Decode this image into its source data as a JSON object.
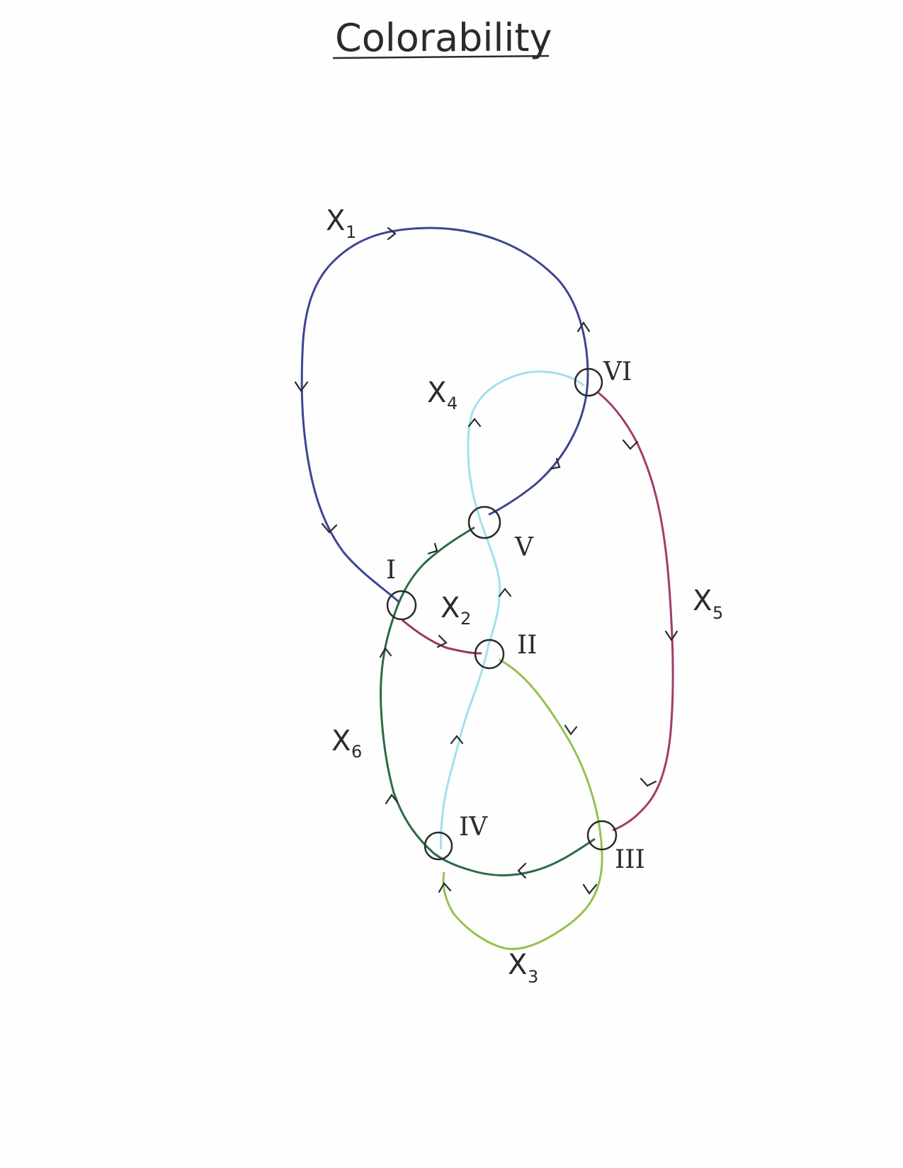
{
  "title": "Colorability",
  "arcs": [
    {
      "id": "x1",
      "label": "X",
      "sub": "1",
      "color": "#3e4593"
    },
    {
      "id": "x2",
      "label": "X",
      "sub": "2",
      "color": "#9a3563"
    },
    {
      "id": "x3",
      "label": "X",
      "sub": "3",
      "color": "#93c24d"
    },
    {
      "id": "x4",
      "label": "X",
      "sub": "4",
      "color": "#a4dfef"
    },
    {
      "id": "x5",
      "label": "X",
      "sub": "5",
      "color": "#a43a6d"
    },
    {
      "id": "x6",
      "label": "X",
      "sub": "6",
      "color": "#2e6a43"
    }
  ],
  "crossings": [
    {
      "id": "I",
      "label": "I"
    },
    {
      "id": "II",
      "label": "II"
    },
    {
      "id": "III",
      "label": "III"
    },
    {
      "id": "IV",
      "label": "IV"
    },
    {
      "id": "V",
      "label": "V"
    },
    {
      "id": "VI",
      "label": "VI"
    }
  ]
}
